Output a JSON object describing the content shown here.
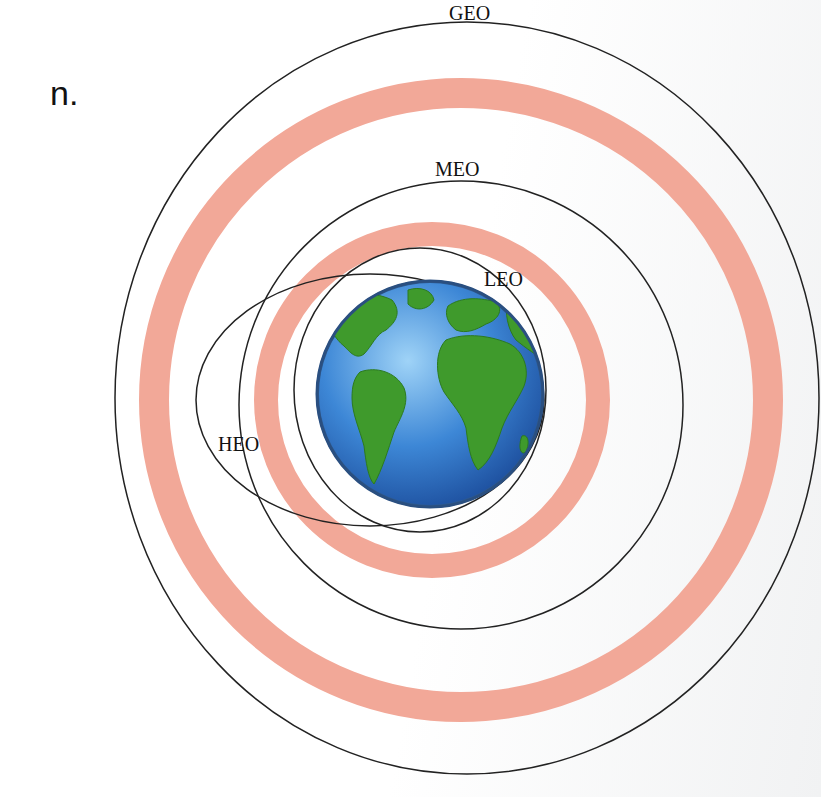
{
  "diagram": {
    "labels": [
      "n.",
      "GEO",
      "MEO",
      "LEO",
      "HEO"
    ]
  }
}
